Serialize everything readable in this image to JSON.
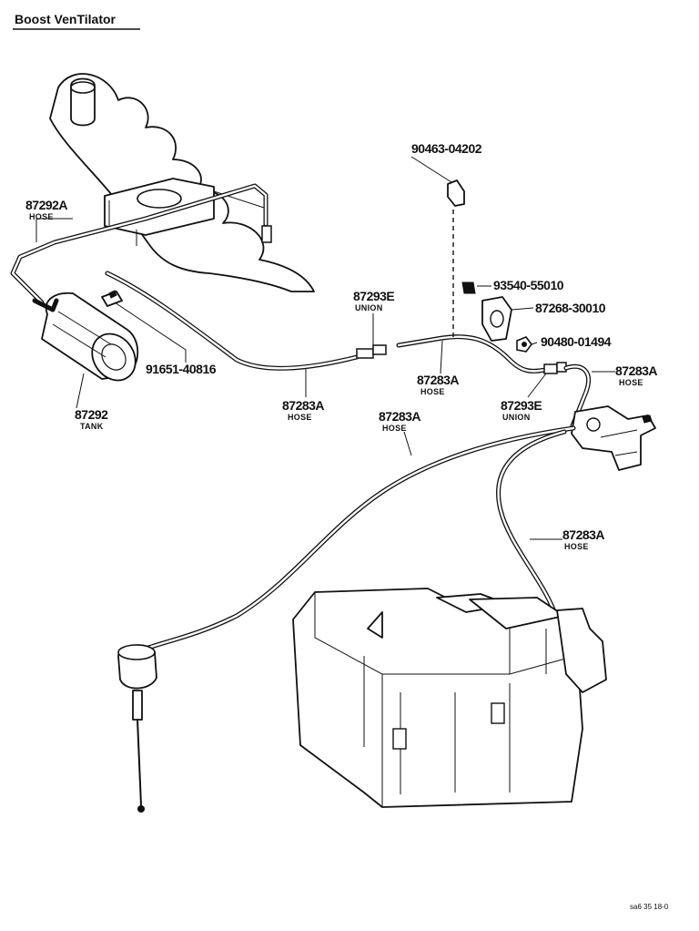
{
  "title": "Boost VenTilator",
  "callouts": [
    {
      "id": "hose-87292a",
      "part": "87292A",
      "sub": "HOSE"
    },
    {
      "id": "tank-87292",
      "part": "87292",
      "sub": "TANK"
    },
    {
      "id": "bolt-91651",
      "part": "91651-40816",
      "sub": ""
    },
    {
      "id": "hose-87283a-left",
      "part": "87283A",
      "sub": "HOSE"
    },
    {
      "id": "union-87293e-top",
      "part": "87293E",
      "sub": "UNION"
    },
    {
      "id": "hose-87283a-mid",
      "part": "87283A",
      "sub": "HOSE"
    },
    {
      "id": "clip-90463",
      "part": "90463-04202",
      "sub": ""
    },
    {
      "id": "screw-93540",
      "part": "93540-55010",
      "sub": ""
    },
    {
      "id": "valve-87268",
      "part": "87268-30010",
      "sub": ""
    },
    {
      "id": "nut-90480",
      "part": "90480-01494",
      "sub": ""
    },
    {
      "id": "union-87293e-right",
      "part": "87293E",
      "sub": "UNION"
    },
    {
      "id": "hose-87283a-right",
      "part": "87283A",
      "sub": "HOSE"
    },
    {
      "id": "hose-87283a-center",
      "part": "87283A",
      "sub": "HOSE"
    },
    {
      "id": "hose-87283a-lower",
      "part": "87283A",
      "sub": "HOSE"
    }
  ],
  "reference": "sa6 35 18-0"
}
